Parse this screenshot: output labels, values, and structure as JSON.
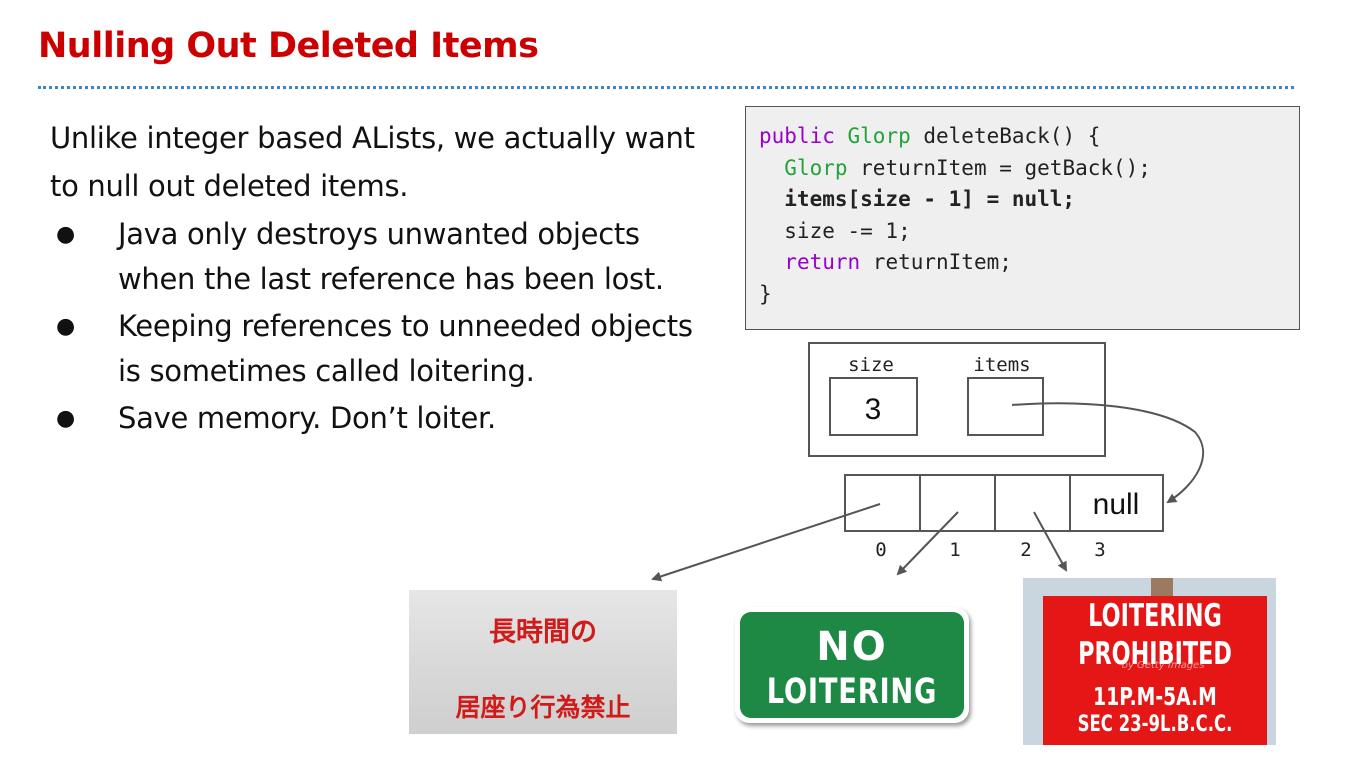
{
  "slide": {
    "title": "Nulling Out Deleted Items",
    "intro": "Unlike integer based ALists, we actually want to null out deleted items.",
    "bullets": [
      "Java only destroys unwanted objects when the last reference has been lost.",
      "Keeping references to unneeded objects is sometimes called loitering.",
      "Save memory. Don’t loiter."
    ],
    "bullet_glyph": "●"
  },
  "code": {
    "line1": {
      "k1": "public",
      "t1": " ",
      "k2": "Glorp",
      "t2": " deleteBack() {"
    },
    "line2": {
      "indent": "  ",
      "k1": "Glorp",
      "t1": " returnItem = getBack();"
    },
    "line3": "  items[size - 1] = null;",
    "line4": "  size -= 1;",
    "line5": {
      "indent": "  ",
      "k1": "return",
      "t1": " returnItem;"
    },
    "line6": "}"
  },
  "diagram": {
    "size_label": "size",
    "items_label": "items",
    "size_value": "3",
    "array_cells": [
      "",
      "",
      "",
      "null"
    ],
    "indices": [
      "0",
      "1",
      "2",
      "3"
    ]
  },
  "signs": {
    "japanese": {
      "line1": "長時間の",
      "line2": "居座り行為禁止"
    },
    "green": {
      "line1": "NO",
      "line2": "LOITERING"
    },
    "red": {
      "line1": "LOITERING",
      "line2": "PROHIBITED",
      "line3": "11P.M-5A.M",
      "line4": "SEC 23-9L.B.C.C.",
      "watermark": "by Getty Images"
    }
  },
  "colors": {
    "title": "#cc0000",
    "divider": "#3d85c6",
    "keyword_purple": "#9900cc",
    "keyword_green": "#22a33a",
    "sign_green": "#1e8845",
    "sign_red": "#e51616"
  }
}
